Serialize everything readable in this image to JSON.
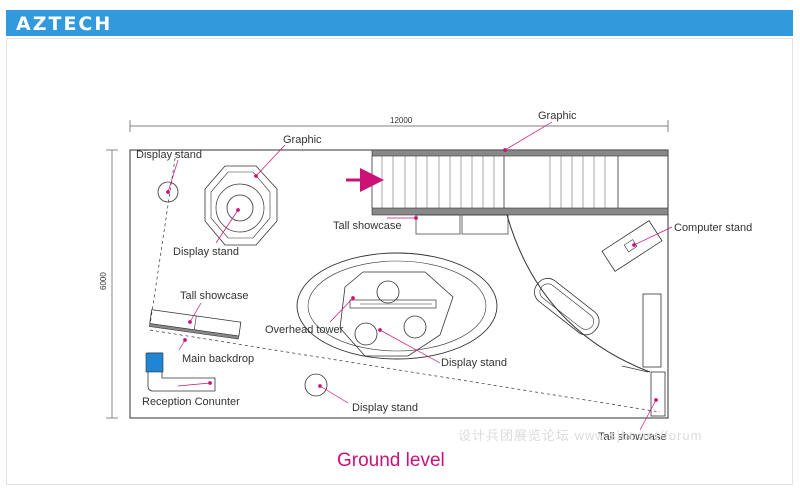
{
  "header": {
    "brand": "AZTECH"
  },
  "plan": {
    "title": "Ground level",
    "width_dim": "12000",
    "depth_dim": "6000",
    "watermark": "设计兵团展览论坛 www.sjbt.net/forum"
  },
  "labels": {
    "graphic_top": "Graphic",
    "graphic_left": "Graphic",
    "display_stand_corner": "Display stand",
    "display_stand_round": "Display stand",
    "tall_showcase_center": "Tall showcase",
    "computer_stand": "Computer stand",
    "tall_showcase_left": "Tall showcase",
    "overhead_tower": "Overhead tower",
    "main_backdrop": "Main backdrop",
    "display_stand_center": "Display stand",
    "reception_counter": "Reception Conunter",
    "display_stand_bottom": "Display stand",
    "tall_showcase_corner": "Tall showcase"
  },
  "colors": {
    "header": "#3399dd",
    "accent": "#cc1177",
    "line": "#333333",
    "booth_blue": "#1f86d6"
  }
}
